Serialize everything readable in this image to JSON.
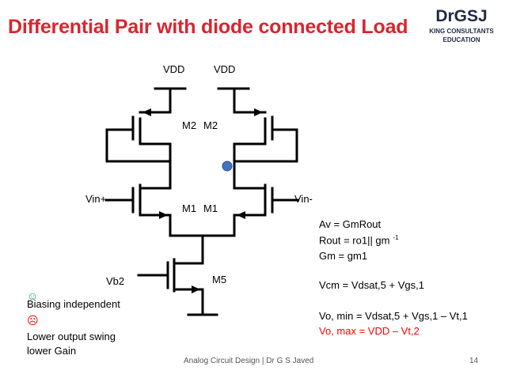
{
  "title": "Differential Pair with diode connected Load",
  "brand": {
    "name": "DrGSJ",
    "subtitle": "KING CONSULTANTS EDUCATION"
  },
  "circuit": {
    "vdd_left": "VDD",
    "vdd_right": "VDD",
    "m2_left": "M2",
    "m2_right": "M2",
    "m1_left": "M1",
    "m1_right": "M1",
    "m5": "M5",
    "vin_plus": "Vin+",
    "vin_minus": "Vin-",
    "vb2": "Vb2"
  },
  "notes": {
    "pro_icon": "☺",
    "pro_text": "Biasing independent",
    "con_icon": "☹",
    "con_text_1": "Lower output swing",
    "con_text_2": "lower Gain"
  },
  "equations": {
    "av": "Av = GmRout",
    "rout": "Rout = ro1|| gm",
    "rout_sup": "-1",
    "gm": "Gm = gm1",
    "vcm": "Vcm = Vdsat,5 + Vgs,1",
    "vo_min": "Vo, min =  Vdsat,5 + Vgs,1 – Vt,1",
    "vo_max": "Vo, max = VDD –  Vt,2"
  },
  "footer": "Analog Circuit Design   |   Dr G S Javed",
  "page_number": "14",
  "colors": {
    "title": "#d8262e",
    "brand": "#1f2a44",
    "vo_max": "#ff0000",
    "smile": "#00a050",
    "node_dot": "#4472c4"
  }
}
